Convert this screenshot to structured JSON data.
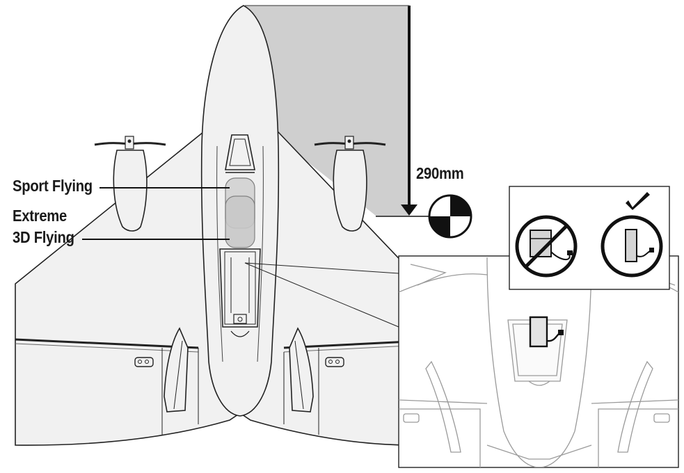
{
  "labels": {
    "sport_flying": "Sport Flying",
    "extreme_line1": "Extreme",
    "extreme_line2": "3D Flying",
    "cg_distance": "290mm"
  },
  "colors": {
    "outline": "#222222",
    "airframe_fill": "#f1f1f1",
    "measure_fill": "#cfcfcf",
    "battery_fill": "#d4d4d4",
    "inset_line": "#9a9a9a",
    "text": "#1a1a1a"
  },
  "icons": {
    "cg_marker": "center-of-gravity-icon",
    "incorrect": "prohibited-icon",
    "correct": "checkmark-icon"
  }
}
